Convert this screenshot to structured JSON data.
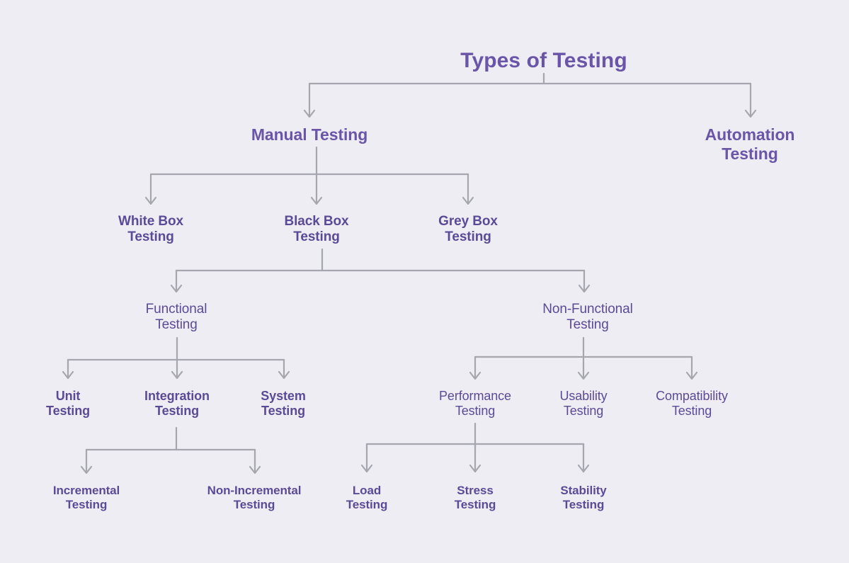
{
  "diagram": {
    "title": "Types of Testing",
    "background_color": "#eeedf4",
    "node_color": "#5b4b96",
    "title_color": "#6a55a8",
    "connector_color": "#a6a6ae",
    "nodes": {
      "root": "Types of Testing",
      "manual": "Manual Testing",
      "automation": "Automation\nTesting",
      "white_box": "White Box\nTesting",
      "black_box": "Black Box\nTesting",
      "grey_box": "Grey Box\nTesting",
      "functional": "Functional\nTesting",
      "non_functional": "Non-Functional\nTesting",
      "unit": "Unit\nTesting",
      "integration": "Integration\nTesting",
      "system": "System\nTesting",
      "performance": "Performance\nTesting",
      "usability": "Usability\nTesting",
      "compatibility": "Compatibility\nTesting",
      "incremental": "Incremental\nTesting",
      "non_incremental": "Non-Incremental\nTesting",
      "load": "Load\nTesting",
      "stress": "Stress\nTesting",
      "stability": "Stability\nTesting"
    },
    "edges": [
      {
        "from": "root",
        "to": "manual"
      },
      {
        "from": "root",
        "to": "automation"
      },
      {
        "from": "manual",
        "to": "white_box"
      },
      {
        "from": "manual",
        "to": "black_box"
      },
      {
        "from": "manual",
        "to": "grey_box"
      },
      {
        "from": "black_box",
        "to": "functional"
      },
      {
        "from": "black_box",
        "to": "non_functional"
      },
      {
        "from": "functional",
        "to": "unit"
      },
      {
        "from": "functional",
        "to": "integration"
      },
      {
        "from": "functional",
        "to": "system"
      },
      {
        "from": "integration",
        "to": "incremental"
      },
      {
        "from": "integration",
        "to": "non_incremental"
      },
      {
        "from": "non_functional",
        "to": "performance"
      },
      {
        "from": "non_functional",
        "to": "usability"
      },
      {
        "from": "non_functional",
        "to": "compatibility"
      },
      {
        "from": "performance",
        "to": "load"
      },
      {
        "from": "performance",
        "to": "stress"
      },
      {
        "from": "performance",
        "to": "stability"
      }
    ]
  }
}
